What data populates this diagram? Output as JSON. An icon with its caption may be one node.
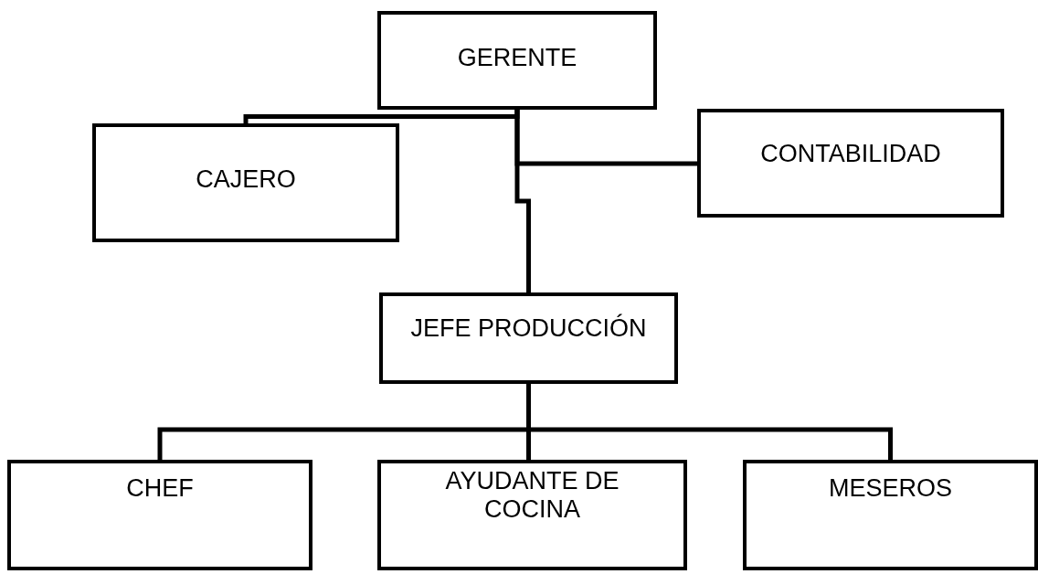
{
  "diagram": {
    "nodes": [
      {
        "text": [
          "GERENTE"
        ]
      },
      {
        "text": [
          "CAJERO"
        ]
      },
      {
        "text": [
          "CONTABILIDAD"
        ]
      },
      {
        "text": [
          "JEFE PRODUCCIÓN"
        ]
      },
      {
        "text": [
          "CHEF"
        ]
      },
      {
        "text": [
          "AYUDANTE DE COCINA"
        ]
      },
      {
        "text": [
          "MESEROS"
        ]
      }
    ],
    "edges": [
      {
        "from": 0,
        "to": 1,
        "arrow": "none"
      },
      {
        "from": 0,
        "to": 2,
        "arrow": "none"
      },
      {
        "from": 0,
        "to": 3,
        "arrow": "none"
      },
      {
        "from": 3,
        "to": 4,
        "arrow": "none"
      },
      {
        "from": 3,
        "to": 5,
        "arrow": "none"
      },
      {
        "from": 3,
        "to": 6,
        "arrow": "none"
      }
    ]
  }
}
